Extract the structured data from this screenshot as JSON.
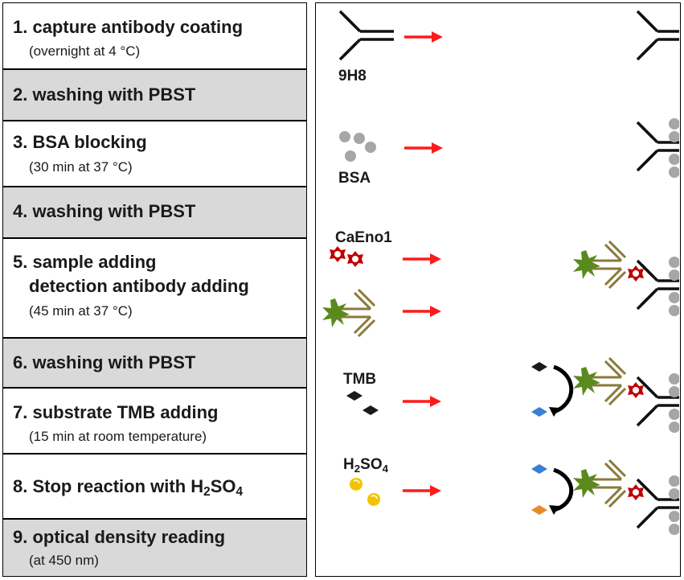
{
  "steps": [
    {
      "title": "1. capture antibody coating",
      "sub": "(overnight at 4 °C)",
      "shaded": false
    },
    {
      "title": "2. washing with PBST",
      "sub": "",
      "shaded": true
    },
    {
      "title": "3. BSA blocking",
      "sub": "(30 min at 37 °C)",
      "shaded": false
    },
    {
      "title": "4. washing with PBST",
      "sub": "",
      "shaded": true
    },
    {
      "title": "5. sample adding",
      "title2": "detection antibody adding",
      "sub": "(45 min at 37 °C)",
      "shaded": false
    },
    {
      "title": "6. washing with PBST",
      "sub": "",
      "shaded": true
    },
    {
      "title": "7. substrate TMB adding",
      "sub": "(15 min at room temperature)",
      "shaded": false
    },
    {
      "title_pre": "8. Stop reaction with H",
      "title_sub1": "2",
      "title_mid": "SO",
      "title_sub2": "4",
      "sub": "",
      "shaded": false
    },
    {
      "title": "9. optical density reading",
      "sub": "(at 450 nm)",
      "shaded": true
    }
  ],
  "labels": {
    "antibody": "9H8",
    "bsa": "BSA",
    "antigen": "CaEno1",
    "tmb": "TMB",
    "acid_pre": "H",
    "acid_sub1": "2",
    "acid_mid": "SO",
    "acid_sub2": "4"
  },
  "colors": {
    "arrow": "#ff1a1a",
    "bsa": "#a6a6a6",
    "antigen": "#c00000",
    "detection_antibody": "#8a7a3a",
    "hrp_star": "#5a8a1e",
    "tmb": "#1a1a1a",
    "oxidized_tmb": "#3a7fd5",
    "stopped_product": "#e98a2a",
    "acid_drop": "#f2c200"
  }
}
